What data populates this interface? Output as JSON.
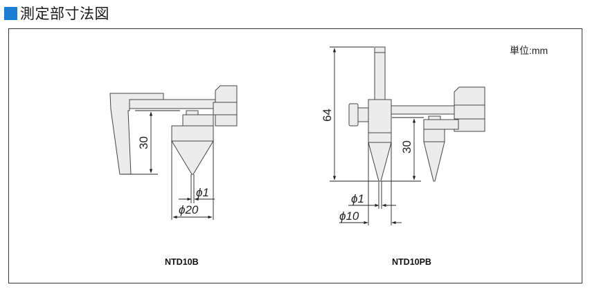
{
  "heading": {
    "title": "測定部寸法図",
    "accent_color": "#1a7fd4"
  },
  "unit_note": "単位:mm",
  "left_part": {
    "model": "NTD10B",
    "dim_height": "30",
    "dim_tip": "ϕ1",
    "dim_base": "ϕ20"
  },
  "right_part": {
    "model": "NTD10PB",
    "dim_total_height": "64",
    "dim_height": "30",
    "dim_tip": "ϕ1",
    "dim_base": "ϕ10"
  },
  "colors": {
    "part_fill": "#ececec",
    "part_stroke": "#444444",
    "dim_line": "#222222"
  }
}
